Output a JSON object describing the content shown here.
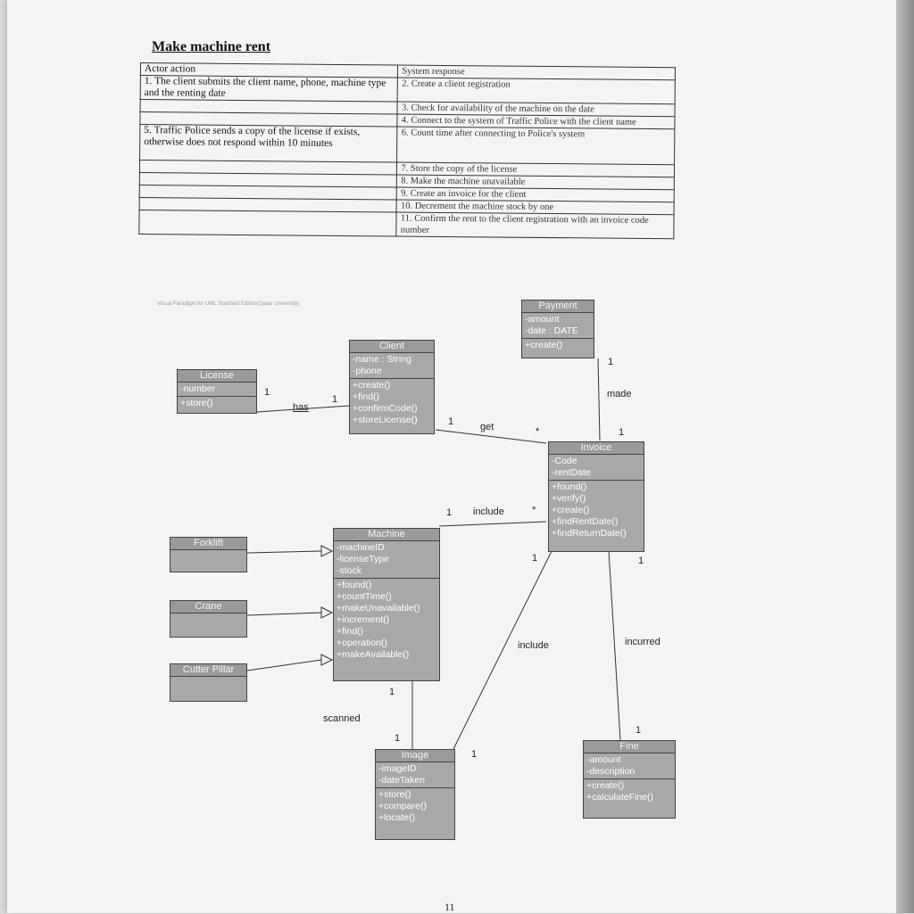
{
  "title": "Make machine rent",
  "use_case_table": {
    "header": {
      "actor": "Actor action",
      "system": "System response"
    },
    "rows": [
      {
        "actor": "1. The client submits the client name, phone, machine type and the renting date",
        "system": "2. Create a client registration"
      },
      {
        "actor": "",
        "system": "3. Check for availability of the machine on the date"
      },
      {
        "actor": "",
        "system": "4. Connect to the system of Traffic Police with the client name"
      },
      {
        "actor": "5. Traffic Police sends a copy of the license if exists, otherwise does not respond within 10 minutes",
        "system": "6. Count time after connecting to Police's system"
      },
      {
        "actor": "",
        "system": "7. Store the copy of the license"
      },
      {
        "actor": "",
        "system": "8. Make the machine unavailable"
      },
      {
        "actor": "",
        "system": "9. Create an invoice for the client"
      },
      {
        "actor": "",
        "system": "10. Decrement the machine stock by one"
      },
      {
        "actor": "",
        "system": "11. Confirm the rent to the client registration with an invoice code number"
      }
    ]
  },
  "watermark": "Visual Paradigm for UML Standard Edition(Qatar University)",
  "classes": {
    "payment": {
      "name": "Payment",
      "attributes": [
        "-amount",
        "-date : DATE"
      ],
      "operations": [
        "+create()"
      ]
    },
    "license": {
      "name": "License",
      "attributes": [
        "-number"
      ],
      "operations": [
        "+store()"
      ]
    },
    "client": {
      "name": "Client",
      "attributes": [
        "-name : String",
        "-phone"
      ],
      "operations": [
        "+create()",
        "+find()",
        "+confirmCode()",
        "+storeLicense()"
      ]
    },
    "invoice": {
      "name": "Invoice",
      "attributes": [
        "-Code",
        "-rentDate"
      ],
      "operations": [
        "+found()",
        "+verify()",
        "+create()",
        "+findRentDate()",
        "+findReturnDate()"
      ]
    },
    "forklift": {
      "name": "Forklift"
    },
    "crane": {
      "name": "Crane"
    },
    "cutter_pillar": {
      "name": "Cutter Pillar"
    },
    "machine": {
      "name": "Machine",
      "attributes": [
        "-machineID",
        "-licenseType",
        "-stock"
      ],
      "operations": [
        "+found()",
        "+countTime()",
        "+makeUnavailable()",
        "+increment()",
        "+find()",
        "+operation()",
        "+makeAvailable()"
      ]
    },
    "image": {
      "name": "Image",
      "attributes": [
        "-imageID",
        "-dateTaken"
      ],
      "operations": [
        "+store()",
        "+compare()",
        "+locate()"
      ]
    },
    "fine": {
      "name": "Fine",
      "attributes": [
        "-amount",
        "-description"
      ],
      "operations": [
        "+create()",
        "+calculateFine()"
      ]
    }
  },
  "associations": {
    "license_client": {
      "label": "has",
      "m1": "1",
      "m2": "1"
    },
    "client_invoice": {
      "label": "get",
      "m1": "1",
      "m2": "*"
    },
    "payment_invoice": {
      "label": "made",
      "m1": "1",
      "m2": "1"
    },
    "machine_invoice": {
      "label": "include",
      "m1": "1",
      "m2": "*"
    },
    "invoice_image": {
      "label": "include",
      "m1": "1",
      "m2": "1"
    },
    "invoice_fine": {
      "label": "incurred",
      "m1": "1",
      "m2": "1"
    },
    "machine_image": {
      "label": "scanned",
      "m1": "1",
      "m2": "1"
    }
  },
  "page_number": "11"
}
